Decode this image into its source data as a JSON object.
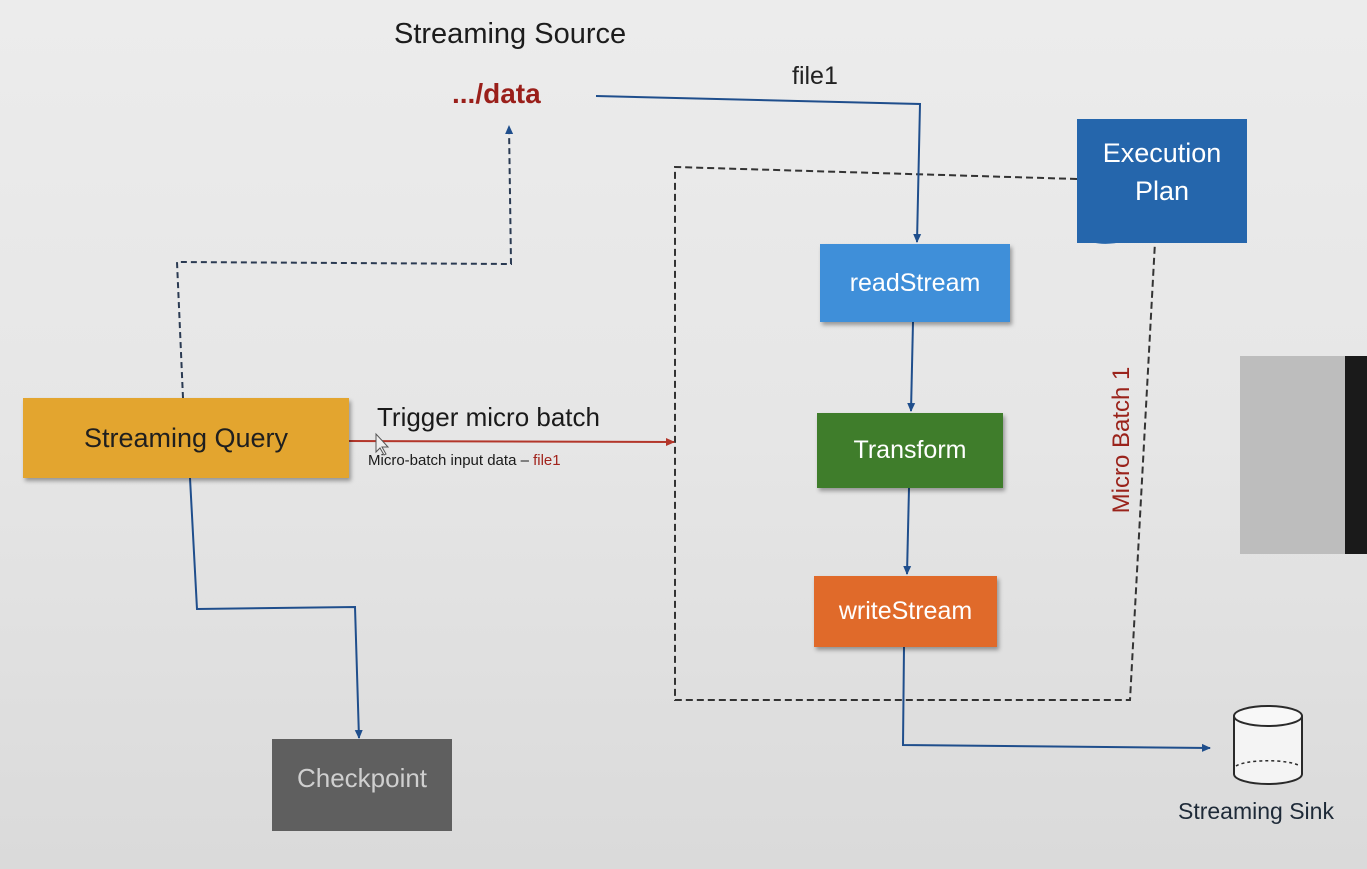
{
  "streaming_source": {
    "title": "Streaming Source",
    "path": ".../data"
  },
  "edges": {
    "file1": "file1",
    "trigger": "Trigger micro batch"
  },
  "micro_batch_input": {
    "prefix": "Micro-batch input data – ",
    "file": "file1"
  },
  "nodes": {
    "streaming_query": "Streaming Query",
    "read_stream": "readStream",
    "transform": "Transform",
    "write_stream": "writeStream",
    "execution_plan": [
      "Execution",
      "Plan"
    ],
    "checkpoint": "Checkpoint"
  },
  "micro_batch": "Micro Batch 1",
  "sink": {
    "label": "Streaming Sink"
  },
  "colors": {
    "streaming_query": "#e3a52f",
    "read_stream": "#3f8fd9",
    "transform": "#3f7d2b",
    "write_stream": "#e06a2a",
    "execution_plan": "#2566ac",
    "checkpoint": "#5f5f5f",
    "source_path": "#9a1f1a",
    "connector_blue": "#1f4e8c",
    "connector_red": "#b3362a"
  }
}
